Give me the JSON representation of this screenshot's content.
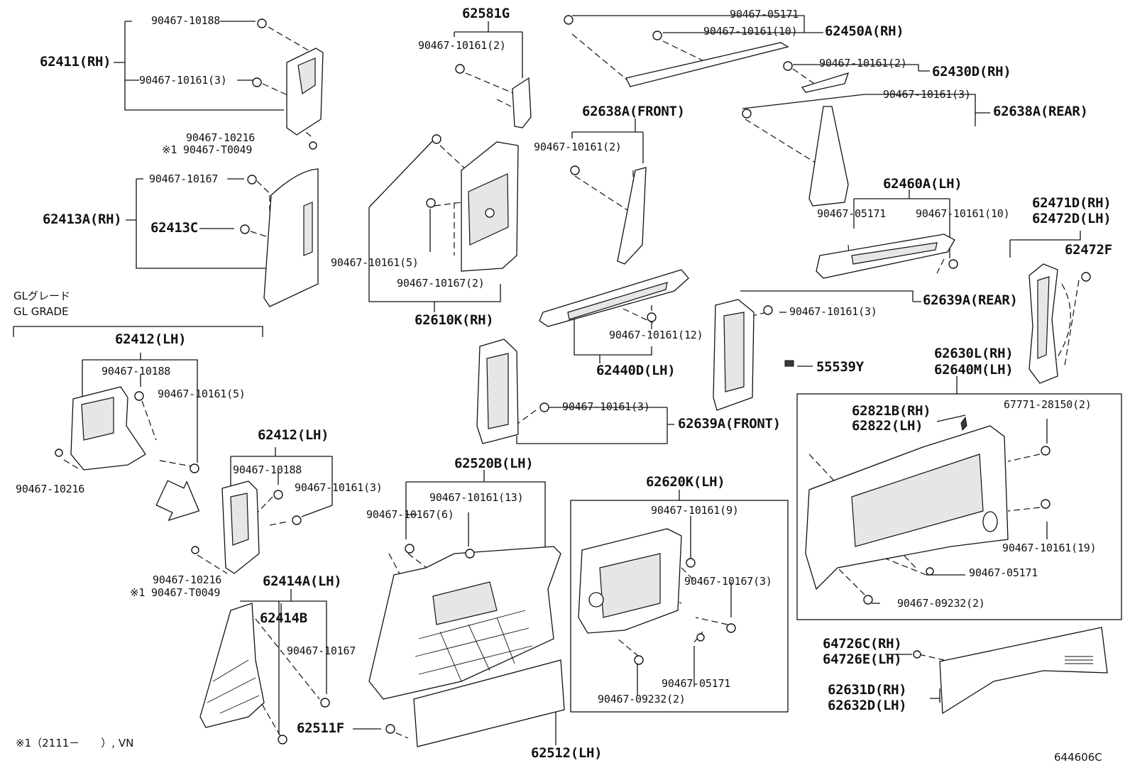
{
  "diagram_id": "644606C",
  "footnote": "※1（2111－　　）, VN",
  "gl_grade_jp": "GLグレード",
  "gl_grade_en": "GL GRADE",
  "labels": {
    "p62411": "62411(RH)",
    "p62411_a": "90467-10188",
    "p62411_b": "90467-10161(3)",
    "p62411_c1": "90467-10216",
    "p62411_c2": "※1 90467-T0049",
    "p62413": "62413A(RH)",
    "p62413_a": "90467-10167",
    "p62413_c": "62413C",
    "p62581": "62581G",
    "p62581_a": "90467-10161(2)",
    "p62610": "62610K(RH)",
    "p62610_a": "90467-10161(5)",
    "p62610_b": "90467-10167(2)",
    "p62450_a": "90467-05171",
    "p62450_b": "90467-10161(10)",
    "p62450": "62450A(RH)",
    "p62430_a": "90467-10161(2)",
    "p62430": "62430D(RH)",
    "p62638r_a": "90467-10161(3)",
    "p62638r": "62638A(REAR)",
    "p62638f": "62638A(FRONT)",
    "p62638f_a": "90467-10161(2)",
    "p62460": "62460A(LH)",
    "p62460_a": "90467-05171",
    "p62460_b": "90467-10161(10)",
    "p62471": "62471D(RH)",
    "p62472d": "62472D(LH)",
    "p62472f": "62472F",
    "p62440_a": "90467-10161(12)",
    "p62440": "62440D(LH)",
    "p62639r_a": "90467-10161(3)",
    "p62639r": "62639A(REAR)",
    "p55539": "55539Y",
    "p62630": "62630L(RH)",
    "p62640": "62640M(LH)",
    "p62639f_a": "90467-10161(3)",
    "p62639f": "62639A(FRONT)",
    "p62412a": "62412(LH)",
    "p62412a_a": "90467-10188",
    "p62412a_b": "90467-10161(5)",
    "p62412a_c": "90467-10216",
    "p62412b": "62412(LH)",
    "p62412b_a": "90467-10188",
    "p62412b_b": "90467-10161(3)",
    "p62412b_c1": "90467-10216",
    "p62412b_c2": "※1 90467-T0049",
    "p62414a": "62414A(LH)",
    "p62414b": "62414B",
    "p62414_a": "90467-10167",
    "p62511": "62511F",
    "p62520": "62520B(LH)",
    "p62520_a": "90467-10161(13)",
    "p62520_b": "90467-10167(6)",
    "p62512": "62512(LH)",
    "p62620": "62620K(LH)",
    "p62620_a": "90467-10161(9)",
    "p62620_b": "90467-10167(3)",
    "p62620_c": "90467-05171",
    "p62620_d": "90467-09232(2)",
    "p62821": "62821B(RH)",
    "p62822": "62822(LH)",
    "p67771": "67771-28150(2)",
    "p62630_a": "90467-10161(19)",
    "p62630_b": "90467-05171",
    "p62630_c": "90467-09232(2)",
    "p64726c": "64726C(RH)",
    "p64726e": "64726E(LH)",
    "p62631": "62631D(RH)",
    "p62632": "62632D(LH)"
  },
  "icons": [
    "clip-icon",
    "direction-arrow-icon"
  ]
}
